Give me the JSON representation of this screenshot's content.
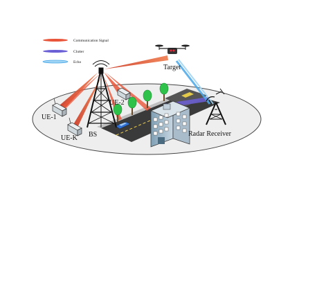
{
  "legend": {
    "items": [
      {
        "label": "Communication Signal",
        "color": "#e8553a",
        "icon": "red-beam-icon"
      },
      {
        "label": "Clutter",
        "color": "#6b5fd6",
        "icon": "purple-beam-icon"
      },
      {
        "label": "Echo",
        "color": "#4aa8e8",
        "icon": "blue-beam-icon"
      }
    ]
  },
  "labels": {
    "target": "Target",
    "ue_1": "UE-1",
    "ue_2": "UE-2",
    "ue_k": "UE-K",
    "bs": "BS",
    "radar_receiver": "Radar Receiver"
  },
  "colors": {
    "communication_signal": "#e8553a",
    "clutter": "#6b5fd6",
    "echo": "#4aa8e8",
    "ground": "#eeeeee",
    "road": "#333333",
    "tree": "#2fc24a"
  }
}
